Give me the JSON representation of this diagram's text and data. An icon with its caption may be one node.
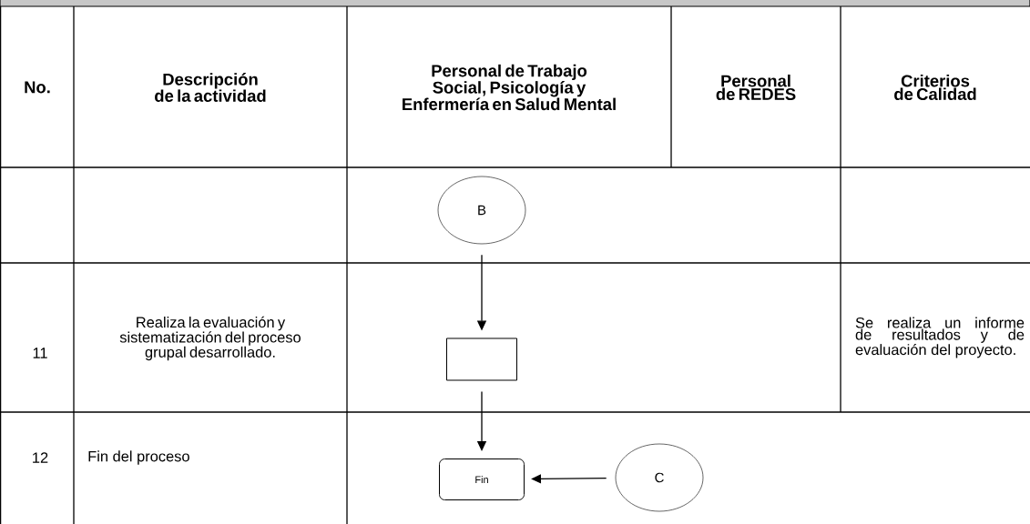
{
  "diagram": {
    "nodes": [
      {
        "text": [
          "B"
        ]
      },
      {
        "text": [],
        "shape": "box"
      },
      {
        "text": [
          "Fin"
        ]
      },
      {
        "text": [
          "C"
        ]
      }
    ],
    "edges": [
      {
        "from": 0,
        "to": 1,
        "arrow": "to"
      },
      {
        "from": 1,
        "to": 2,
        "arrow": "to"
      },
      {
        "from": 3,
        "to": 2,
        "arrow": "to"
      }
    ],
    "labels": [
      "No.",
      "Descripción de la actividad",
      "Personal de Trabajo Social, Psicología y Enfermería en Salud Mental",
      "Personal de REDES",
      "Criterios de Calidad",
      "11",
      "Realiza la evaluación y sistematización del proceso grupal desarrollado.",
      "Se realiza un informe de resultados y de evaluación del proyecto.",
      "12",
      "Fin del proceso"
    ]
  }
}
